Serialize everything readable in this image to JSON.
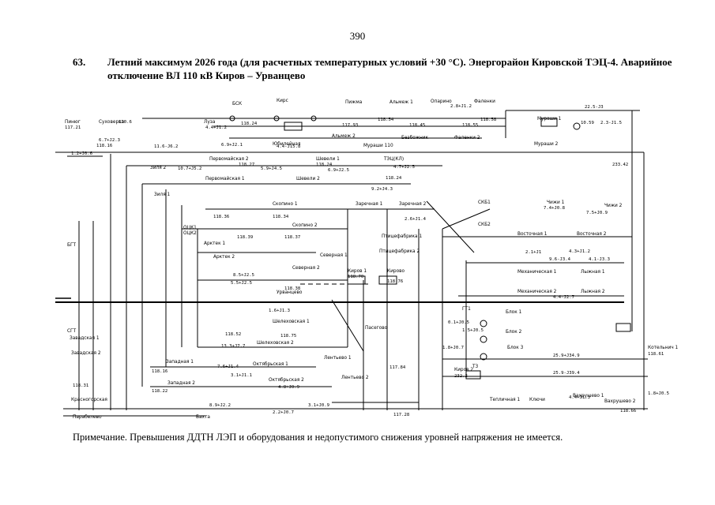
{
  "page_number": "390",
  "title": {
    "number": "63.",
    "text": "Летний максимум 2026 года (для расчетных температурных условий +30 °С). Энергорайон Кировской ТЭЦ-4. Аварийное отключение ВЛ 110 кВ Киров – Урванцево"
  },
  "note": "Примечание. Превышения ДДТН ЛЭП и оборудования и недопустимого снижения уровней напряжения не имеется.",
  "labels": {
    "l1": "БСК",
    "l2": "Пижма",
    "l3": "Альмеж 1",
    "l4": "Опарино",
    "l5": "Фаленки",
    "l6": "Суховерка",
    "l7": "Луза",
    "l8": "Кирс",
    "l9": "Юбилейная",
    "l10": "Мураши 110",
    "l11": "Альмеж 2",
    "l12": "Безбожник",
    "l13": "Фаленки 2",
    "l14": "Мураши 1",
    "l15": "Мураши 2",
    "l16": "Пинюг",
    "l17": "Первомайская 2",
    "l18": "Шевели 1",
    "l19": "ТЭЦ(КЛ)",
    "l20": "Первомайская 1",
    "l21": "Шевели 2",
    "l22": "Зиля 2",
    "l23": "Зиля 1",
    "l24": "Скопино 1",
    "l25": "Скопино 2",
    "l26": "Заречная 1",
    "l27": "Заречная 2",
    "l28": "СКБ1",
    "l29": "СКБ2",
    "l30": "Птицефабрика 1",
    "l31": "Птицефабрика 2",
    "l32": "Восточная 1",
    "l33": "Восточная 2",
    "l34": "Чижи 1",
    "l35": "Чижи 2",
    "l36": "Механическая 1",
    "l37": "Механическая 2",
    "l38": "Лыжная 1",
    "l39": "Лыжная 2",
    "l40": "Арктек 1",
    "l41": "Арктек 2",
    "l42": "Северная 1",
    "l43": "Северная 2",
    "l44": "Кирово",
    "l45": "Урванцево",
    "l46": "Шелеховская 1",
    "l47": "Шелеховская 2",
    "l48": "Западная 1",
    "l49": "Западная 2",
    "l50": "Октябрьская 1",
    "l51": "Октябрьская 2",
    "l52": "Лентьево 1",
    "l53": "Лентьево 2",
    "l54": "Пасегово",
    "l55": "Блок 1",
    "l56": "Блок 2",
    "l57": "Блок 3",
    "l58": "Киров 2",
    "l59": "Котельнич 1",
    "l60": "Красногорская",
    "l61": "Парабелево",
    "l62": "Бахта",
    "l63": "Вахрушево 1",
    "l64": "Вахрушево 2",
    "l65": "Ключи",
    "l66": "Тепличная 1",
    "l67": "Завадская 1",
    "l68": "Завадская 2",
    "l69": "БГТ",
    "l70": "СГТ",
    "l71": "ОЦК1",
    "l72": "ОЦК2",
    "l73": "Киров 1",
    "l74": "Т3",
    "l75": "ГТ1"
  },
  "values": {
    "v1": "120.6",
    "v2": "117.21",
    "v3": "118.24",
    "v4": "118.54",
    "v5": "118.45",
    "v6": "118.55",
    "v7": "118.58",
    "v8": "117.93",
    "v9": "118.16",
    "v10": "118.27",
    "v11": "118.24",
    "v12": "118.24",
    "v13": "118.36",
    "v14": "118.34",
    "v15": "118.37",
    "v16": "118.39",
    "v17": "118.38",
    "v18": "118.70",
    "v19": "118.76",
    "v20": "118.52",
    "v21": "118.75",
    "v22": "118.16",
    "v23": "118.22",
    "v24": "118.31",
    "v25": "117.28",
    "v26": "117.84",
    "v27": "232.2",
    "v28": "233.42",
    "v29": "118.61",
    "v30": "118.66",
    "v31": "1.2+J0.6",
    "v32": "4.4+J1.2",
    "v33": "6.7+J2.3",
    "v34": "11.6-J6.2",
    "v35": "6.9+J2.1",
    "v36": "4.4-J15.8",
    "v37": "10.7+J5.2",
    "v38": "5.9+J4.5",
    "v39": "6.9+J2.5",
    "v40": "4.7+J2.5",
    "v41": "9.2+J4.3",
    "v42": "2.6+J1.4",
    "v43": "7.4+J0.8",
    "v44": "7.5+J0.9",
    "v45": "4.3+J1.2",
    "v46": "4.1-J3.3",
    "v47": "2.1+J1",
    "v48": "9.6-J3.4",
    "v49": "25.9+J34.9",
    "v50": "25.9-J39.4",
    "v51": "22.5-J3",
    "v52": "2.3-J1.5",
    "v53": "10.59",
    "v54": "3.1+J0.9",
    "v55": "2.2+J0.7",
    "v56": "1.8+J0.5",
    "v57": "8.5+J2.5",
    "v58": "5.5+J2.5",
    "v59": "7.6+J1.4",
    "v60": "3.1+J1.1",
    "v61": "13.3+J7.7",
    "v62": "8.9+J2.2",
    "v63": "1.6+J1.3",
    "v64": "4.8+J0.9",
    "v65": "2.8+J1.2",
    "v66": "4.4-J2.7",
    "v67": "1.8+J0.7",
    "v68": "0.1+J0.5",
    "v69": "1.5+J0.5",
    "v70": "4.4+J1.3"
  },
  "colors": {
    "ink": "#000000",
    "paper": "#ffffff"
  }
}
